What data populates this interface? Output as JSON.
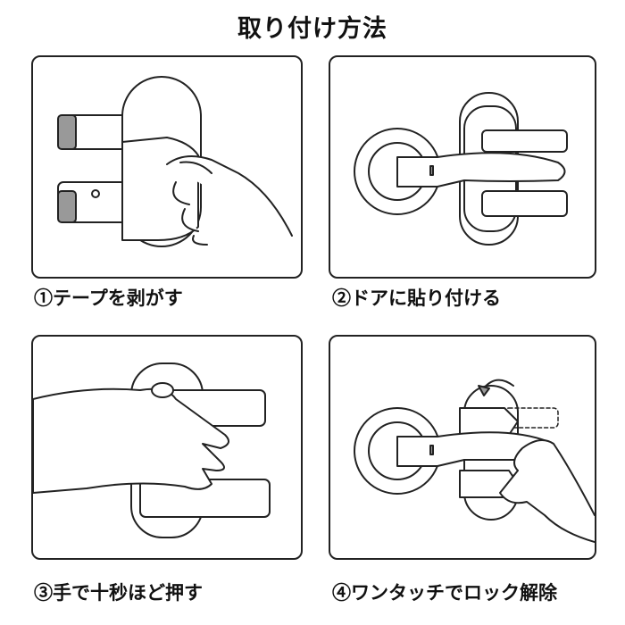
{
  "title": "取り付け方法",
  "steps": [
    {
      "caption": "①テープを剥がす",
      "illustration": "peel-tape"
    },
    {
      "caption": "②ドアに貼り付ける",
      "illustration": "attach-to-door"
    },
    {
      "caption": "③手で十秒ほど押す",
      "illustration": "press-ten-seconds"
    },
    {
      "caption": "④ワンタッチでロック解除",
      "illustration": "one-touch-unlock"
    }
  ]
}
